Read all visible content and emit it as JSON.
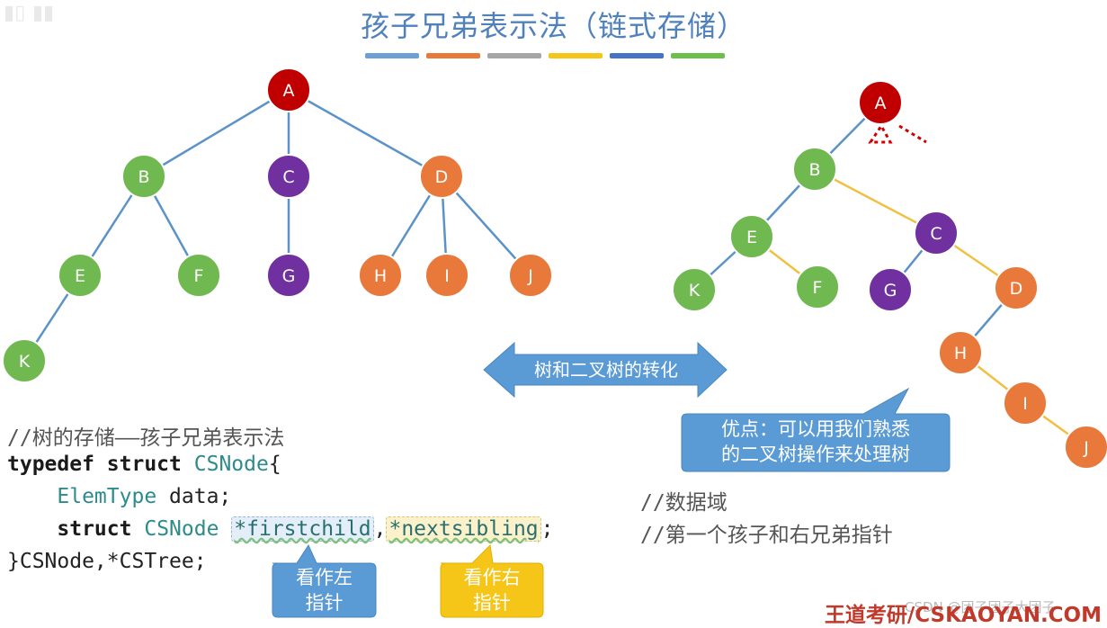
{
  "title": "孩子兄弟表示法（链式存储）",
  "color_bars": [
    "#6a9fd8",
    "#e8793a",
    "#a6a6a6",
    "#f5c518",
    "#4472c4",
    "#6cbf4b"
  ],
  "colors": {
    "red": "#c00000",
    "green": "#70b850",
    "purple": "#7030a0",
    "orange": "#e8793a",
    "edge_blue": "#5b93c8",
    "edge_yellow": "#f0c040",
    "callout_blue": "#5b9bd5",
    "callout_yellow": "#f5c518"
  },
  "left_tree": {
    "nodes": [
      {
        "id": "A",
        "label": "A",
        "color": "red"
      },
      {
        "id": "B",
        "label": "B",
        "color": "green"
      },
      {
        "id": "C",
        "label": "C",
        "color": "purple"
      },
      {
        "id": "D",
        "label": "D",
        "color": "orange"
      },
      {
        "id": "E",
        "label": "E",
        "color": "green"
      },
      {
        "id": "F",
        "label": "F",
        "color": "green"
      },
      {
        "id": "G",
        "label": "G",
        "color": "purple"
      },
      {
        "id": "H",
        "label": "H",
        "color": "orange"
      },
      {
        "id": "I",
        "label": "I",
        "color": "orange"
      },
      {
        "id": "J",
        "label": "J",
        "color": "orange"
      },
      {
        "id": "K",
        "label": "K",
        "color": "green"
      }
    ],
    "edges": [
      [
        "A",
        "B"
      ],
      [
        "A",
        "C"
      ],
      [
        "A",
        "D"
      ],
      [
        "B",
        "E"
      ],
      [
        "B",
        "F"
      ],
      [
        "C",
        "G"
      ],
      [
        "D",
        "H"
      ],
      [
        "D",
        "I"
      ],
      [
        "D",
        "J"
      ],
      [
        "E",
        "K"
      ]
    ]
  },
  "right_tree": {
    "nodes": [
      {
        "id": "A",
        "label": "A",
        "color": "red"
      },
      {
        "id": "B",
        "label": "B",
        "color": "green"
      },
      {
        "id": "E",
        "label": "E",
        "color": "green"
      },
      {
        "id": "C",
        "label": "C",
        "color": "purple"
      },
      {
        "id": "K",
        "label": "K",
        "color": "green"
      },
      {
        "id": "F",
        "label": "F",
        "color": "green"
      },
      {
        "id": "G",
        "label": "G",
        "color": "purple"
      },
      {
        "id": "D",
        "label": "D",
        "color": "orange"
      },
      {
        "id": "H",
        "label": "H",
        "color": "orange"
      },
      {
        "id": "I",
        "label": "I",
        "color": "orange"
      },
      {
        "id": "J",
        "label": "J",
        "color": "orange"
      }
    ],
    "edges": [
      {
        "from": "A",
        "to": "B",
        "kind": "child"
      },
      {
        "from": "B",
        "to": "E",
        "kind": "child"
      },
      {
        "from": "B",
        "to": "C",
        "kind": "sibling"
      },
      {
        "from": "E",
        "to": "K",
        "kind": "child"
      },
      {
        "from": "E",
        "to": "F",
        "kind": "sibling"
      },
      {
        "from": "C",
        "to": "G",
        "kind": "child"
      },
      {
        "from": "C",
        "to": "D",
        "kind": "sibling"
      },
      {
        "from": "D",
        "to": "H",
        "kind": "child"
      },
      {
        "from": "H",
        "to": "I",
        "kind": "sibling"
      },
      {
        "from": "I",
        "to": "J",
        "kind": "sibling"
      }
    ]
  },
  "arrow_label": "树和二叉树的转化",
  "advantage_callout": {
    "line1": "优点：可以用我们熟悉",
    "line2": "的二叉树操作来处理树"
  },
  "code": {
    "comment_title": "//树的存储——孩子兄弟表示法",
    "typedef_kw": "typedef",
    "struct_kw": "struct",
    "type_name": "CSNode",
    "open_brace": "{",
    "elem_type": "ElemType",
    "data_field": "data;",
    "comment_data": "//数据域",
    "field_type": "CSNode",
    "firstchild": "*firstchild",
    "comma": ",",
    "nextsibling": "*nextsibling",
    "semicolon": ";",
    "comment_ptr": "//第一个孩子和右兄弟指针",
    "closing": "}CSNode,*CSTree;"
  },
  "left_ptr_callout": {
    "line1": "看作左",
    "line2": "指针"
  },
  "right_ptr_callout": {
    "line1": "看作右",
    "line2": "指针"
  },
  "footer": "王道考研/CSKAOYAN.COM",
  "watermark": "CSDN @团子团子大团子"
}
